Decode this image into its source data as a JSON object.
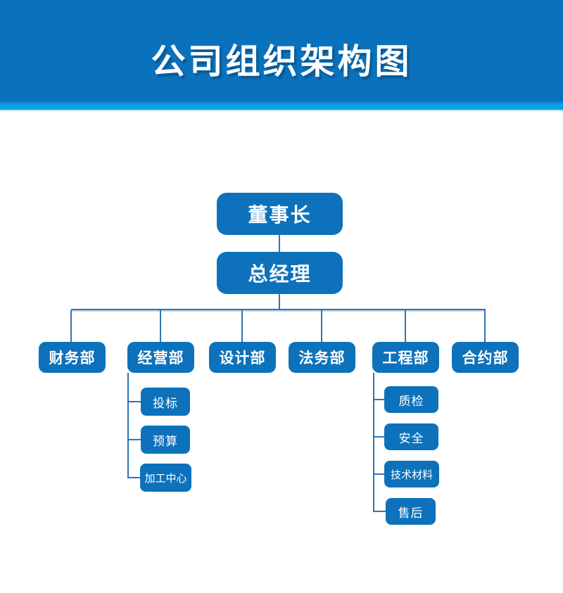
{
  "header": {
    "title": "公司组织架构图"
  },
  "org": {
    "chairman": {
      "label": "董事长"
    },
    "general_manager": {
      "label": "总经理"
    },
    "departments": [
      {
        "label": "财务部",
        "children": []
      },
      {
        "label": "经营部",
        "children": [
          {
            "label": "投标"
          },
          {
            "label": "预算"
          },
          {
            "label": "加工中心"
          }
        ]
      },
      {
        "label": "设计部",
        "children": []
      },
      {
        "label": "法务部",
        "children": []
      },
      {
        "label": "工程部",
        "children": [
          {
            "label": "质检"
          },
          {
            "label": "安全"
          },
          {
            "label": "技术材料"
          },
          {
            "label": "售后"
          }
        ]
      },
      {
        "label": "合约部",
        "children": []
      }
    ]
  },
  "colors": {
    "header_bg": "#0a72bd",
    "accent_strip": "#00a3e8",
    "node_bg": "#0d72bb",
    "connector": "#2e74b5",
    "text": "#ffffff"
  }
}
